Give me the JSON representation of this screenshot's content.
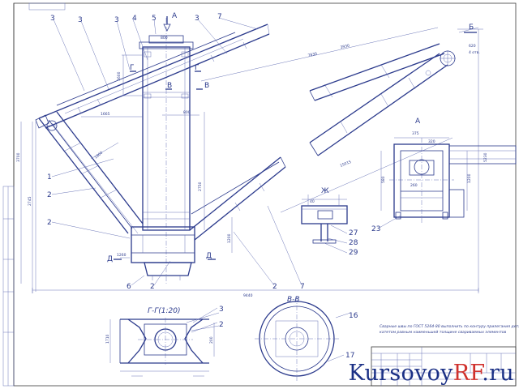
{
  "views": {
    "top_markers": [
      "А",
      "Б"
    ],
    "section_marks": [
      "В",
      "В",
      "Г",
      "Г",
      "Д",
      "Д"
    ],
    "view_labels": [
      "А",
      "Ж"
    ],
    "section_gg": "Г-Г(1:20)",
    "section_vv": "В-В"
  },
  "callouts": {
    "main": [
      "3",
      "3",
      "3",
      "4",
      "5",
      "7",
      "1",
      "2",
      "2",
      "2",
      "6",
      "2",
      "7"
    ],
    "lower": [
      "3",
      "2",
      "16",
      "17",
      "27",
      "28",
      "29",
      "23"
    ]
  },
  "dimensions": {
    "overall_width": "9440",
    "overall_height": "5230",
    "left_height": "3700",
    "left_height_2": "2745",
    "chute_length": "15015",
    "chute_upper": "7830",
    "chute_upper_2": "3930",
    "pipe_length": "2750",
    "pipe_offset": "1200",
    "span_a": "1800",
    "span_b": "1600",
    "stand_height": "1260",
    "pipe_dia": "800",
    "top_width": "800",
    "right_w": "620",
    "left_offset": "1665",
    "misc": [
      "375",
      "320",
      "580",
      "1200",
      "260",
      "200",
      "1710",
      "40",
      "4 отв."
    ]
  },
  "notes": {
    "weld_note": "Сварные швы по ГОСТ 5264-80 выполнить по контуру прилегания деталей катетом равным наименьшей толщине свариваемых элементов"
  },
  "brand": {
    "part1": "Kursovoy",
    "part2": "RF",
    "part3": ".ru"
  }
}
